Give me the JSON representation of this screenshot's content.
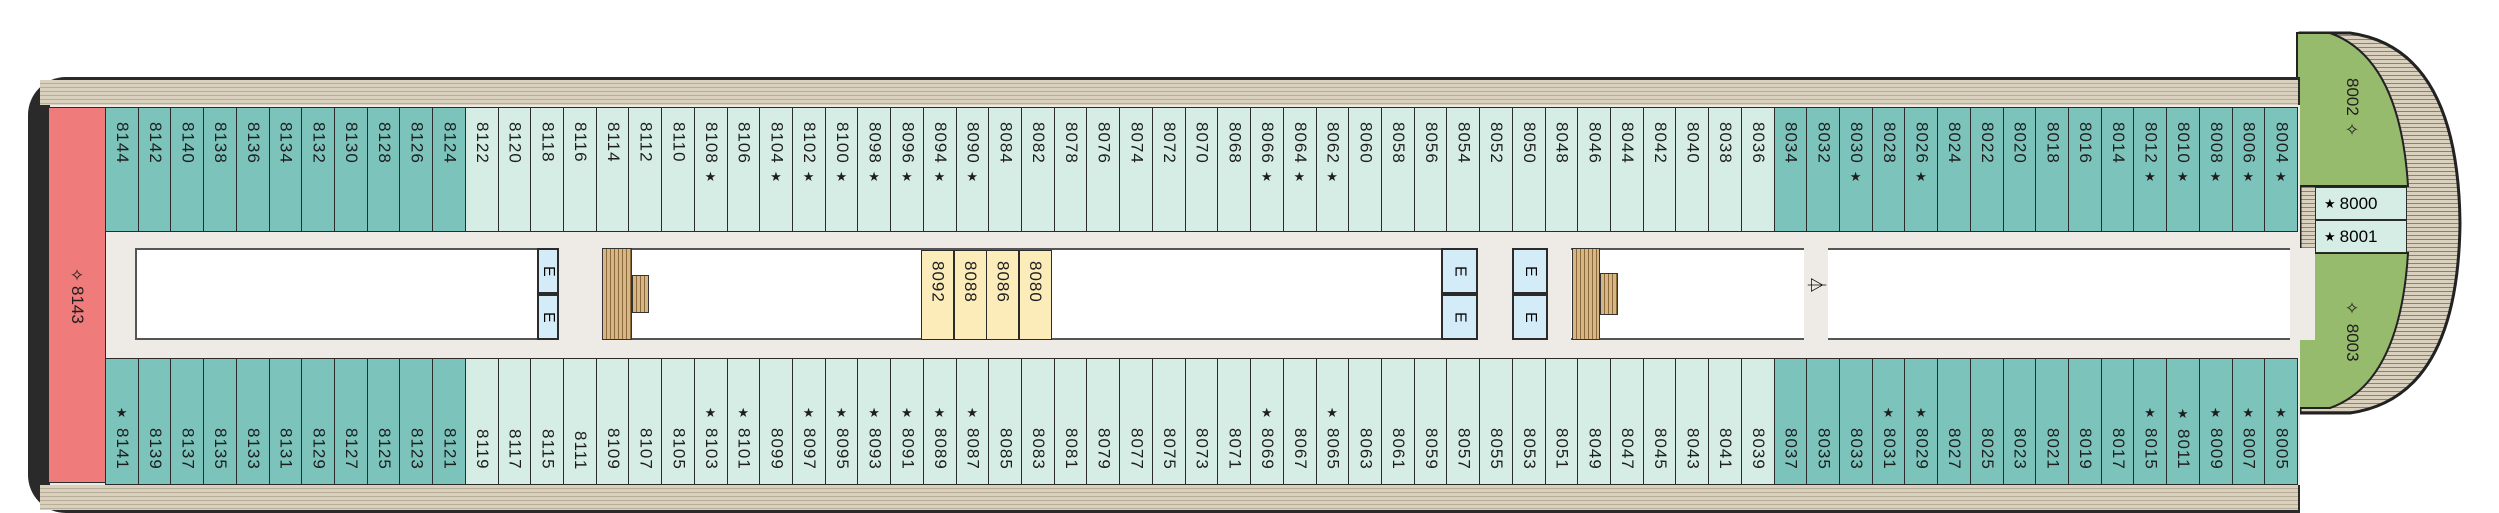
{
  "colors": {
    "suite": "#7cc3bb",
    "cabin": "#d6ede6",
    "inside": "#fcecba",
    "aft": "#f07b7b",
    "fwd": "#97bb6d",
    "elevator": "#d3ecf7"
  },
  "aft_suite": {
    "n": "8143",
    "icon": "diamond-icon"
  },
  "fwd_suites": [
    {
      "n": "8002",
      "icon": "diamond-icon"
    },
    {
      "n": "8003",
      "icon": "diamond-icon"
    }
  ],
  "fwd_cabins": [
    {
      "n": "8000",
      "star": true
    },
    {
      "n": "8001",
      "star": true
    }
  ],
  "elevator_label": "E",
  "inside_cabins": [
    "8092",
    "8088",
    "8086",
    "8080"
  ],
  "top_cabins": [
    {
      "n": "8144",
      "c": "#7cc3bb"
    },
    {
      "n": "8142",
      "c": "#7cc3bb"
    },
    {
      "n": "8140",
      "c": "#7cc3bb"
    },
    {
      "n": "8138",
      "c": "#7cc3bb"
    },
    {
      "n": "8136",
      "c": "#7cc3bb"
    },
    {
      "n": "8134",
      "c": "#7cc3bb"
    },
    {
      "n": "8132",
      "c": "#7cc3bb"
    },
    {
      "n": "8130",
      "c": "#7cc3bb"
    },
    {
      "n": "8128",
      "c": "#7cc3bb"
    },
    {
      "n": "8126",
      "c": "#7cc3bb"
    },
    {
      "n": "8124",
      "c": "#7cc3bb"
    },
    {
      "n": "8122"
    },
    {
      "n": "8120"
    },
    {
      "n": "8118"
    },
    {
      "n": "8116"
    },
    {
      "n": "8114"
    },
    {
      "n": "8112"
    },
    {
      "n": "8110"
    },
    {
      "n": "8108",
      "s": true
    },
    {
      "n": "8106"
    },
    {
      "n": "8104",
      "s": true
    },
    {
      "n": "8102",
      "s": true
    },
    {
      "n": "8100",
      "s": true
    },
    {
      "n": "8098",
      "s": true
    },
    {
      "n": "8096",
      "s": true
    },
    {
      "n": "8094",
      "s": true
    },
    {
      "n": "8090",
      "s": true
    },
    {
      "n": "8084"
    },
    {
      "n": "8082"
    },
    {
      "n": "8078"
    },
    {
      "n": "8076"
    },
    {
      "n": "8074"
    },
    {
      "n": "8072"
    },
    {
      "n": "8070"
    },
    {
      "n": "8068"
    },
    {
      "n": "8066",
      "s": true
    },
    {
      "n": "8064",
      "s": true
    },
    {
      "n": "8062",
      "s": true
    },
    {
      "n": "8060"
    },
    {
      "n": "8058"
    },
    {
      "n": "8056"
    },
    {
      "n": "8054"
    },
    {
      "n": "8052"
    },
    {
      "n": "8050"
    },
    {
      "n": "8048"
    },
    {
      "n": "8046"
    },
    {
      "n": "8044"
    },
    {
      "n": "8042"
    },
    {
      "n": "8040"
    },
    {
      "n": "8038"
    },
    {
      "n": "8036"
    },
    {
      "n": "8034",
      "c": "#7cc3bb"
    },
    {
      "n": "8032",
      "c": "#7cc3bb"
    },
    {
      "n": "8030",
      "c": "#7cc3bb",
      "s": true
    },
    {
      "n": "8028",
      "c": "#7cc3bb"
    },
    {
      "n": "8026",
      "c": "#7cc3bb",
      "s": true
    },
    {
      "n": "8024",
      "c": "#7cc3bb"
    },
    {
      "n": "8022",
      "c": "#7cc3bb"
    },
    {
      "n": "8020",
      "c": "#7cc3bb"
    },
    {
      "n": "8018",
      "c": "#7cc3bb"
    },
    {
      "n": "8016",
      "c": "#7cc3bb"
    },
    {
      "n": "8014",
      "c": "#7cc3bb"
    },
    {
      "n": "8012",
      "c": "#7cc3bb",
      "s": true
    },
    {
      "n": "8010",
      "c": "#7cc3bb",
      "s": true
    },
    {
      "n": "8008",
      "c": "#7cc3bb",
      "s": true
    },
    {
      "n": "8006",
      "c": "#7cc3bb",
      "s": true
    },
    {
      "n": "8004",
      "c": "#7cc3bb",
      "s": true
    }
  ],
  "bottom_cabins": [
    {
      "n": "8141",
      "c": "#7cc3bb",
      "s": true
    },
    {
      "n": "8139",
      "c": "#7cc3bb"
    },
    {
      "n": "8137",
      "c": "#7cc3bb"
    },
    {
      "n": "8135",
      "c": "#7cc3bb"
    },
    {
      "n": "8133",
      "c": "#7cc3bb"
    },
    {
      "n": "8131",
      "c": "#7cc3bb"
    },
    {
      "n": "8129",
      "c": "#7cc3bb"
    },
    {
      "n": "8127",
      "c": "#7cc3bb"
    },
    {
      "n": "8125",
      "c": "#7cc3bb"
    },
    {
      "n": "8123",
      "c": "#7cc3bb"
    },
    {
      "n": "8121",
      "c": "#7cc3bb"
    },
    {
      "n": "8119"
    },
    {
      "n": "8117"
    },
    {
      "n": "8115"
    },
    {
      "n": "8111"
    },
    {
      "n": "8109"
    },
    {
      "n": "8107"
    },
    {
      "n": "8105"
    },
    {
      "n": "8103",
      "s": true
    },
    {
      "n": "8101",
      "s": true
    },
    {
      "n": "8099"
    },
    {
      "n": "8097",
      "s": true
    },
    {
      "n": "8095",
      "s": true
    },
    {
      "n": "8093",
      "s": true
    },
    {
      "n": "8091",
      "s": true
    },
    {
      "n": "8089",
      "s": true
    },
    {
      "n": "8087",
      "s": true
    },
    {
      "n": "8085"
    },
    {
      "n": "8083"
    },
    {
      "n": "8081"
    },
    {
      "n": "8079"
    },
    {
      "n": "8077"
    },
    {
      "n": "8075"
    },
    {
      "n": "8073"
    },
    {
      "n": "8071"
    },
    {
      "n": "8069",
      "s": true
    },
    {
      "n": "8067"
    },
    {
      "n": "8065",
      "s": true
    },
    {
      "n": "8063"
    },
    {
      "n": "8061"
    },
    {
      "n": "8059"
    },
    {
      "n": "8057"
    },
    {
      "n": "8055"
    },
    {
      "n": "8053"
    },
    {
      "n": "8051"
    },
    {
      "n": "8049"
    },
    {
      "n": "8047"
    },
    {
      "n": "8045"
    },
    {
      "n": "8043"
    },
    {
      "n": "8041"
    },
    {
      "n": "8039"
    },
    {
      "n": "8037",
      "c": "#7cc3bb"
    },
    {
      "n": "8035",
      "c": "#7cc3bb"
    },
    {
      "n": "8033",
      "c": "#7cc3bb"
    },
    {
      "n": "8031",
      "c": "#7cc3bb",
      "s": true
    },
    {
      "n": "8029",
      "c": "#7cc3bb",
      "s": true
    },
    {
      "n": "8027",
      "c": "#7cc3bb"
    },
    {
      "n": "8025",
      "c": "#7cc3bb"
    },
    {
      "n": "8023",
      "c": "#7cc3bb"
    },
    {
      "n": "8021",
      "c": "#7cc3bb"
    },
    {
      "n": "8019",
      "c": "#7cc3bb"
    },
    {
      "n": "8017",
      "c": "#7cc3bb"
    },
    {
      "n": "8015",
      "c": "#7cc3bb",
      "s": true
    },
    {
      "n": "8011",
      "c": "#7cc3bb",
      "s": true
    },
    {
      "n": "8009",
      "c": "#7cc3bb",
      "s": true
    },
    {
      "n": "8007",
      "c": "#7cc3bb",
      "s": true
    },
    {
      "n": "8005",
      "c": "#7cc3bb",
      "s": true
    }
  ]
}
